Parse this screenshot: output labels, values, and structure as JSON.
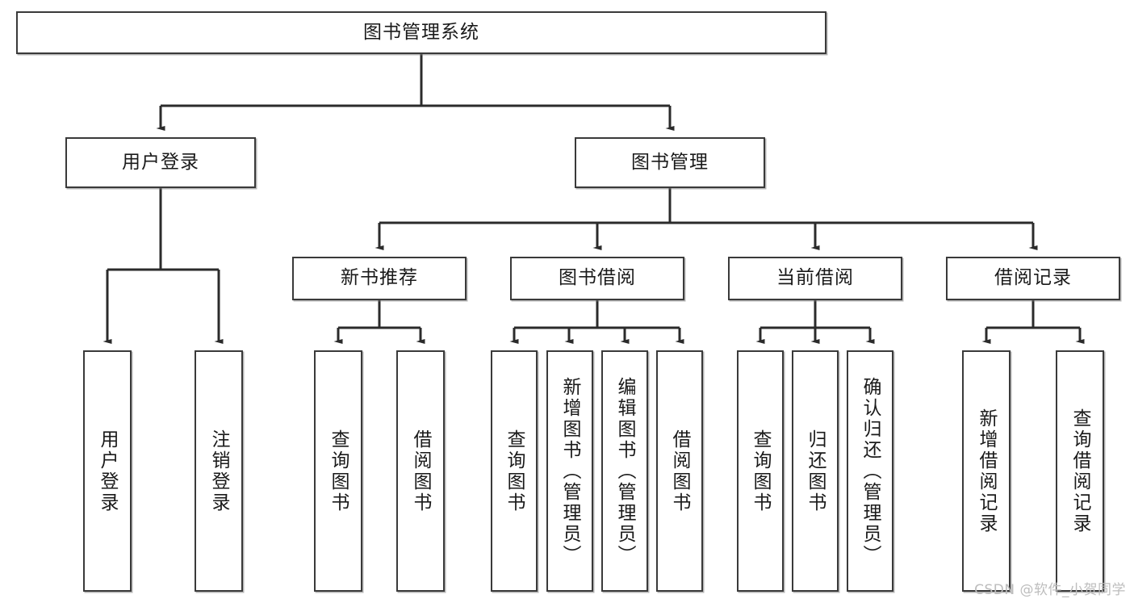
{
  "diagram": {
    "title": "图书管理系统",
    "watermark": "CSDN @软件_小贺同学",
    "colors": {
      "box_border": "#3a3a3a",
      "box_fill": "#ffffff",
      "edge": "#2b2b2b",
      "text": "#1a1a1a",
      "watermark": "#bdbdbd",
      "background": "#ffffff"
    },
    "root": {
      "label": "图书管理系统"
    },
    "level2": [
      {
        "label": "用户登录"
      },
      {
        "label": "图书管理"
      }
    ],
    "level3": [
      {
        "label": "新书推荐"
      },
      {
        "label": "图书借阅"
      },
      {
        "label": "当前借阅"
      },
      {
        "label": "借阅记录"
      }
    ],
    "leaves": {
      "user_login": [
        {
          "label": "用户登录"
        },
        {
          "label": "注销登录"
        }
      ],
      "new_book": [
        {
          "label": "查询图书"
        },
        {
          "label": "借阅图书"
        }
      ],
      "book_borrow": [
        {
          "label": "查询图书"
        },
        {
          "label": "新增图书（管理员）"
        },
        {
          "label": "编辑图书（管理员）"
        },
        {
          "label": "借阅图书"
        }
      ],
      "current_borrow": [
        {
          "label": "查询图书"
        },
        {
          "label": "归还图书"
        },
        {
          "label": "确认归还（管理员）"
        }
      ],
      "borrow_record": [
        {
          "label": "新增借阅记录"
        },
        {
          "label": "查询借阅记录"
        }
      ]
    }
  }
}
